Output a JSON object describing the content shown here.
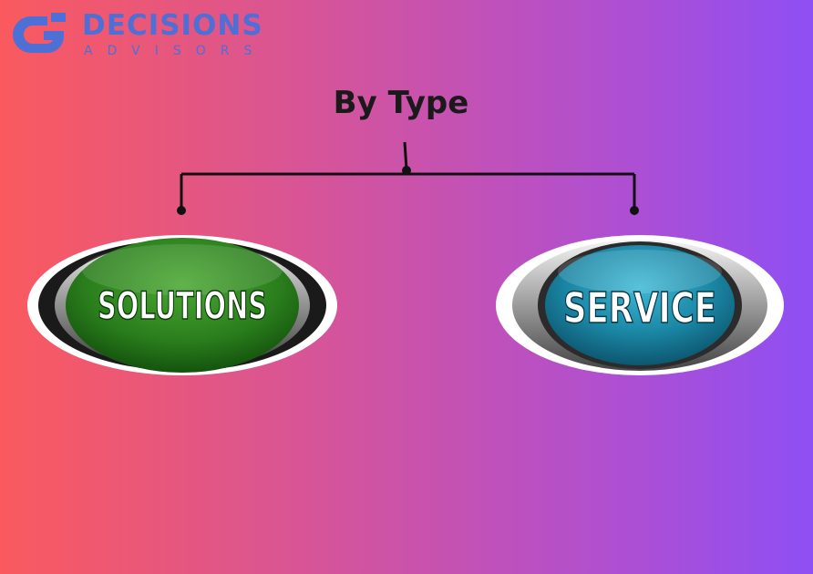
{
  "logo": {
    "name": "DECISIONS",
    "tagline": "ADVISORS",
    "color": "#4d6fd6"
  },
  "diagram": {
    "title": "By Type",
    "branches": [
      {
        "label": "SOLUTIONS",
        "color": "#2e8a22"
      },
      {
        "label": "SERVICE",
        "color": "#1f8fae"
      }
    ]
  },
  "colors": {
    "background_start": "#fa5a5e",
    "background_end": "#8e4ff4",
    "connector": "#111111"
  }
}
